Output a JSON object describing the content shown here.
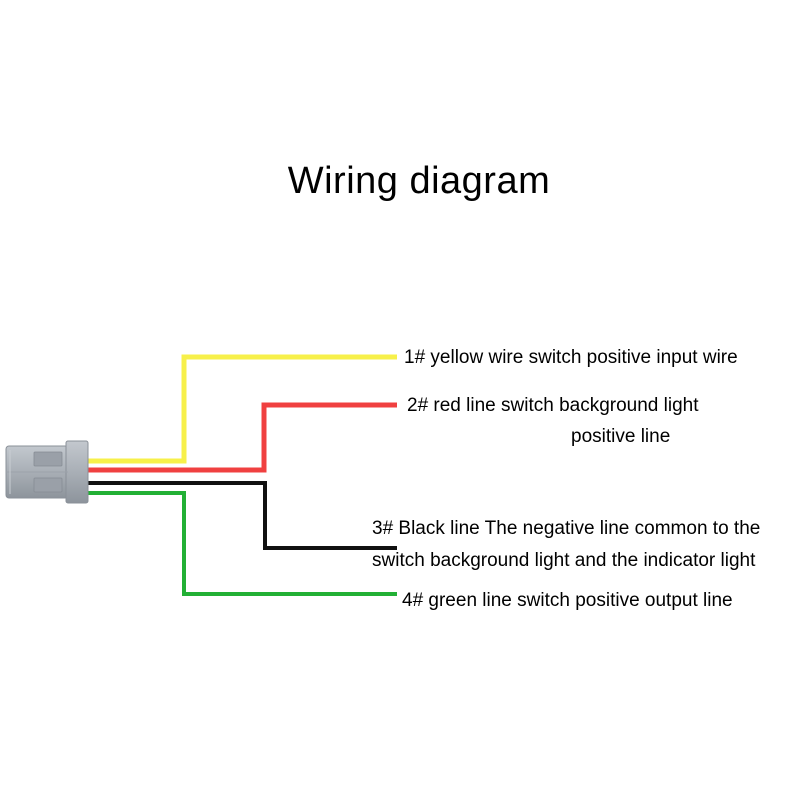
{
  "title": "Wiring diagram",
  "wires": [
    {
      "id": "yellow",
      "color": "#f7f04a",
      "label_lines": [
        "1# yellow wire switch positive input wire"
      ]
    },
    {
      "id": "red",
      "color": "#f04040",
      "label_lines": [
        "2# red line switch background light",
        "positive line"
      ]
    },
    {
      "id": "black",
      "color": "#111111",
      "label_lines": [
        "3# Black line The negative line common to the",
        "switch background light and the indicator light"
      ]
    },
    {
      "id": "green",
      "color": "#22b035",
      "label_lines": [
        "4# green line switch positive output line"
      ]
    }
  ],
  "connector": {
    "color": "#a9afb6"
  }
}
